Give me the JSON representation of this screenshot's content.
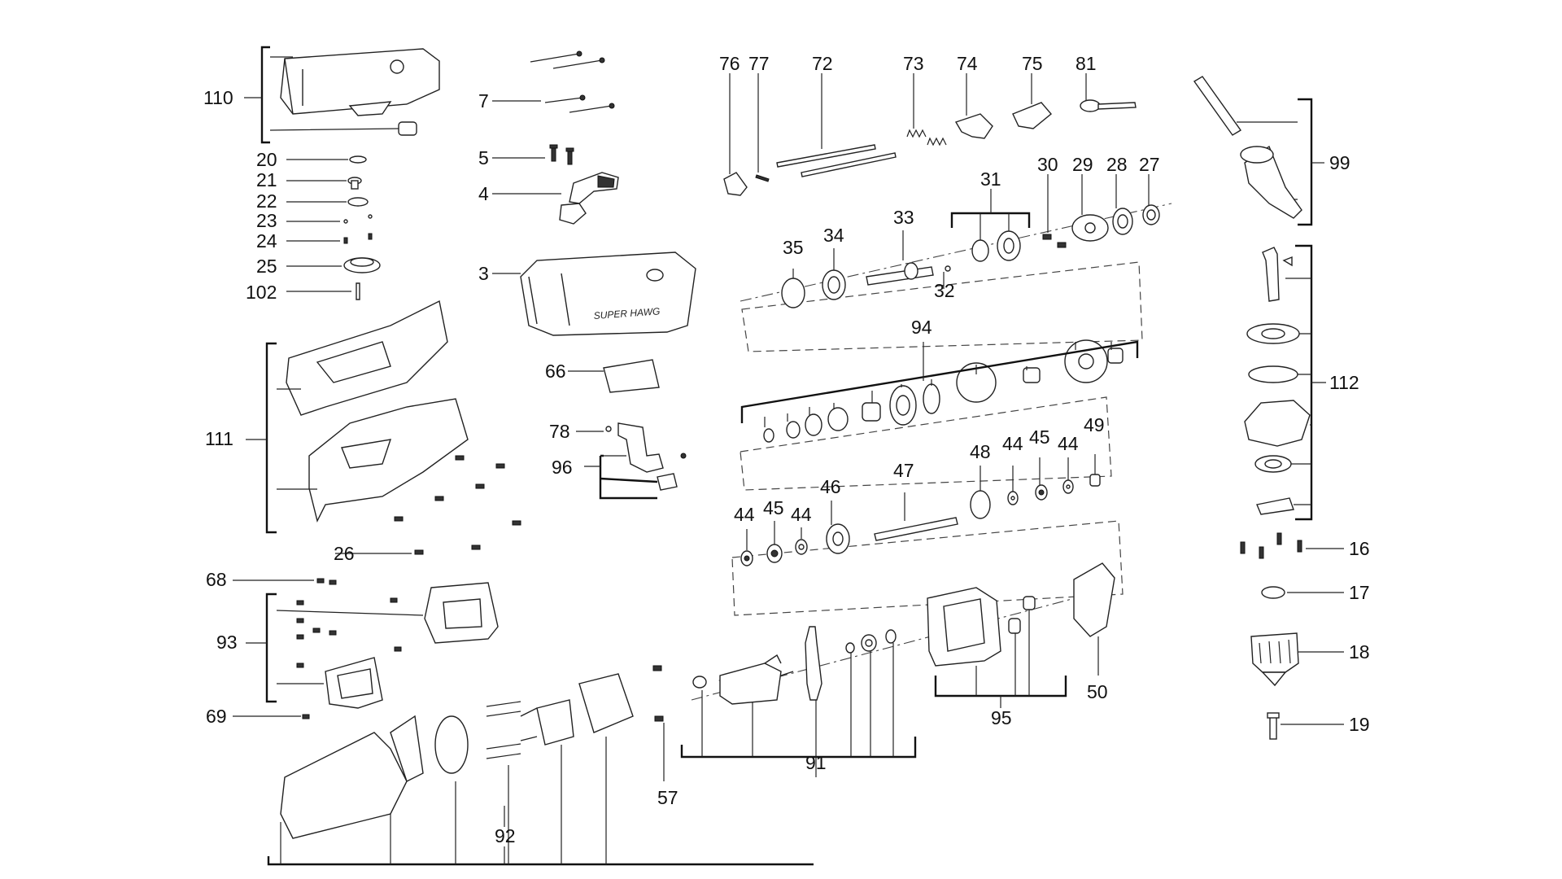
{
  "diagram": {
    "labels": [
      "110",
      "20",
      "21",
      "22",
      "23",
      "24",
      "25",
      "102",
      "111",
      "26",
      "68",
      "93",
      "69",
      "92",
      "7",
      "5",
      "4",
      "3",
      "66",
      "78",
      "96",
      "57",
      "76",
      "77",
      "72",
      "73",
      "74",
      "75",
      "81",
      "31",
      "30",
      "29",
      "28",
      "27",
      "35",
      "34",
      "33",
      "32",
      "94",
      "44",
      "45",
      "46",
      "47",
      "48",
      "49",
      "91",
      "95",
      "50",
      "99",
      "112",
      "16",
      "17",
      "18",
      "19"
    ],
    "brand_text": "SUPER HAWG"
  }
}
